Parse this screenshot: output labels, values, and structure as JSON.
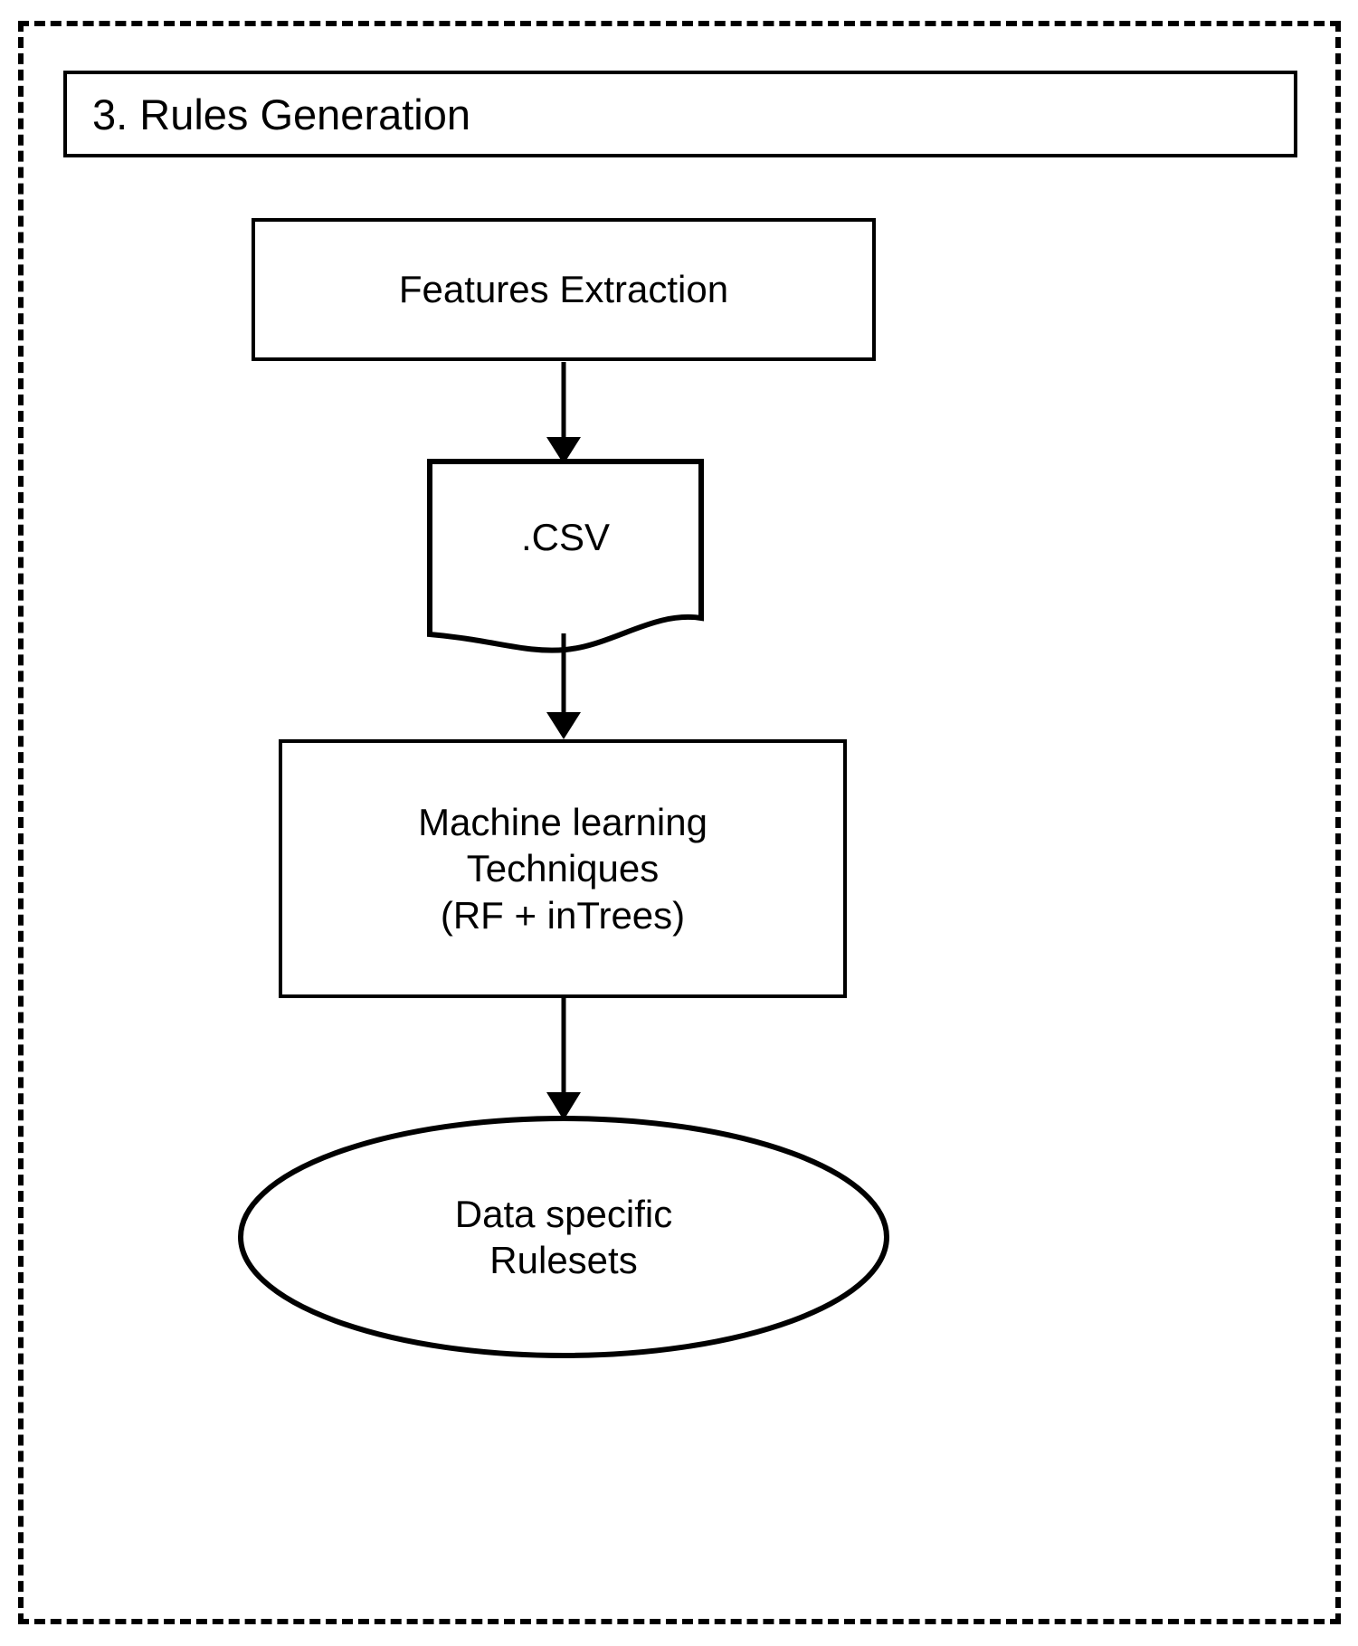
{
  "diagram": {
    "title": "3. Rules Generation",
    "nodes": {
      "features_extraction": {
        "label": "Features Extraction",
        "shape": "rectangle"
      },
      "csv_file": {
        "label": ".CSV",
        "shape": "document"
      },
      "ml_techniques": {
        "label": "Machine learning\nTechniques\n(RF + inTrees)",
        "shape": "rectangle"
      },
      "data_specific_rulesets": {
        "label": "Data specific\nRulesets",
        "shape": "ellipse"
      }
    },
    "edges": [
      {
        "from": "features_extraction",
        "to": "csv_file",
        "style": "arrow-down"
      },
      {
        "from": "csv_file",
        "to": "ml_techniques",
        "style": "arrow-down"
      },
      {
        "from": "ml_techniques",
        "to": "data_specific_rulesets",
        "style": "arrow-down"
      }
    ],
    "colors": {
      "stroke": "#000000",
      "fill": "#ffffff",
      "text": "#000000"
    },
    "border_style": "dashed"
  }
}
